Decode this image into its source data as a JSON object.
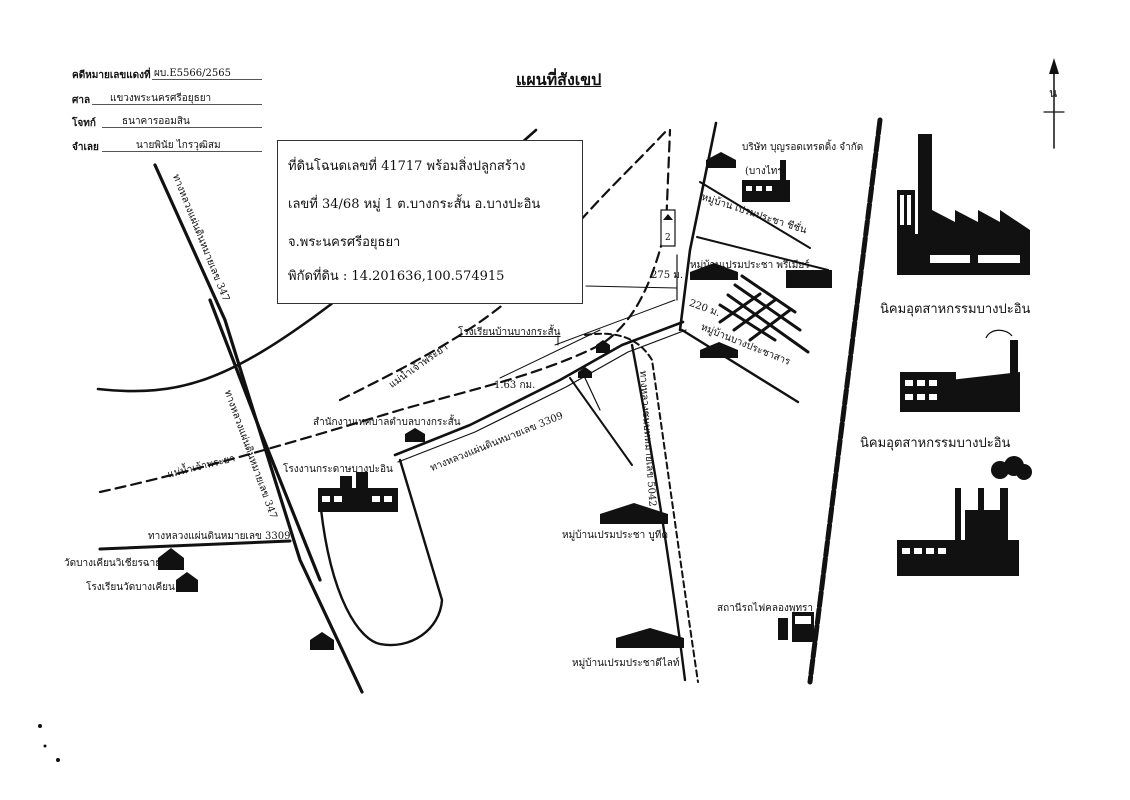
{
  "header": {
    "case_no": {
      "label": "คดีหมายเลขแดงที่",
      "value": "ผบ.E5566/2565"
    },
    "court": {
      "label": "ศาล",
      "value": "แขวงพระนครศรีอยุธยา"
    },
    "plaintiff": {
      "label": "โจทก์",
      "value": "ธนาคารออมสิน"
    },
    "defendant": {
      "label": "จำเลย",
      "value": "นายพินัย ไกรวุฒิสม"
    }
  },
  "title": "แผนที่สังเขป",
  "north_label": "น",
  "info_box": {
    "line1": "ที่ดินโฉนดเลขที่   41717   พร้อมสิ่งปลูกสร้าง",
    "line2": "เลขที่  34/68  หมู่ 1   ต.บางกระสั้น  อ.บางปะอิน",
    "line3": "จ.พระนครศรีอยุธยา",
    "line4": "พิกัดที่ดิน : 14.201636,100.574915"
  },
  "roads": {
    "hw347_upper": "ทางหลวงแผ่นดินหมายเลข 347",
    "hw347_lower": "ทางหลวงแผ่นดินหมายเลข 347",
    "hw3309_main": "ทางหลวงแผ่นดินหมายเลข 3309",
    "hw3309_west": "ทางหลวงแผ่นดินหมายเลข 3309",
    "road5042": "ทางหลวงชนบทหมายเลข 5042"
  },
  "rivers": {
    "upper": "แม่น้ำเจ้าพระยา",
    "lower": "แม่น้ำเจ้าพระยา"
  },
  "places": {
    "company": "บริษัท บุญรอดเทรดดิ้ง จำกัด",
    "company_sub": "(บางไทร)",
    "village_chiangmai": "หมู่บ้าน เปรมประชา ชีชั่น",
    "village_premier": "หมู่บ้านเปรมประชา พรีเมียร์",
    "school_bangkrasan": "โรงเรียนบ้านบางกระสั้น",
    "tambon_office": "สำนักงานเทศบาลตำบลบางกระสั้น",
    "paper_mill": "โรงงานกระดาษบางปะอิน",
    "village_premprachasan": "หมู่บ้านบางประชาสาร",
    "village_boutique": "หมู่บ้านเปรมประชา บูทีค",
    "village_delight": "หมู่บ้านเปรมประชาดีไลท์",
    "wat_bangkhian": "วัดบางเคียนวิเชียรฉาย",
    "school_wat_bangkhian": "โรงเรียนวัดบางเคียน",
    "station": "สถานีรถไฟคลองพุทรา",
    "industrial_estate_1": "นิคมอุตสาหกรรมบางปะอิน",
    "industrial_estate_2": "นิคมอุตสาหกรรมบางปะอิน"
  },
  "distances": {
    "d275": "275 ม.",
    "d220": "220 ม.",
    "d163": "1.63 กม."
  },
  "road_marker": "2",
  "colors": {
    "ink": "#111111",
    "paper": "#ffffff",
    "rule": "#555555"
  }
}
